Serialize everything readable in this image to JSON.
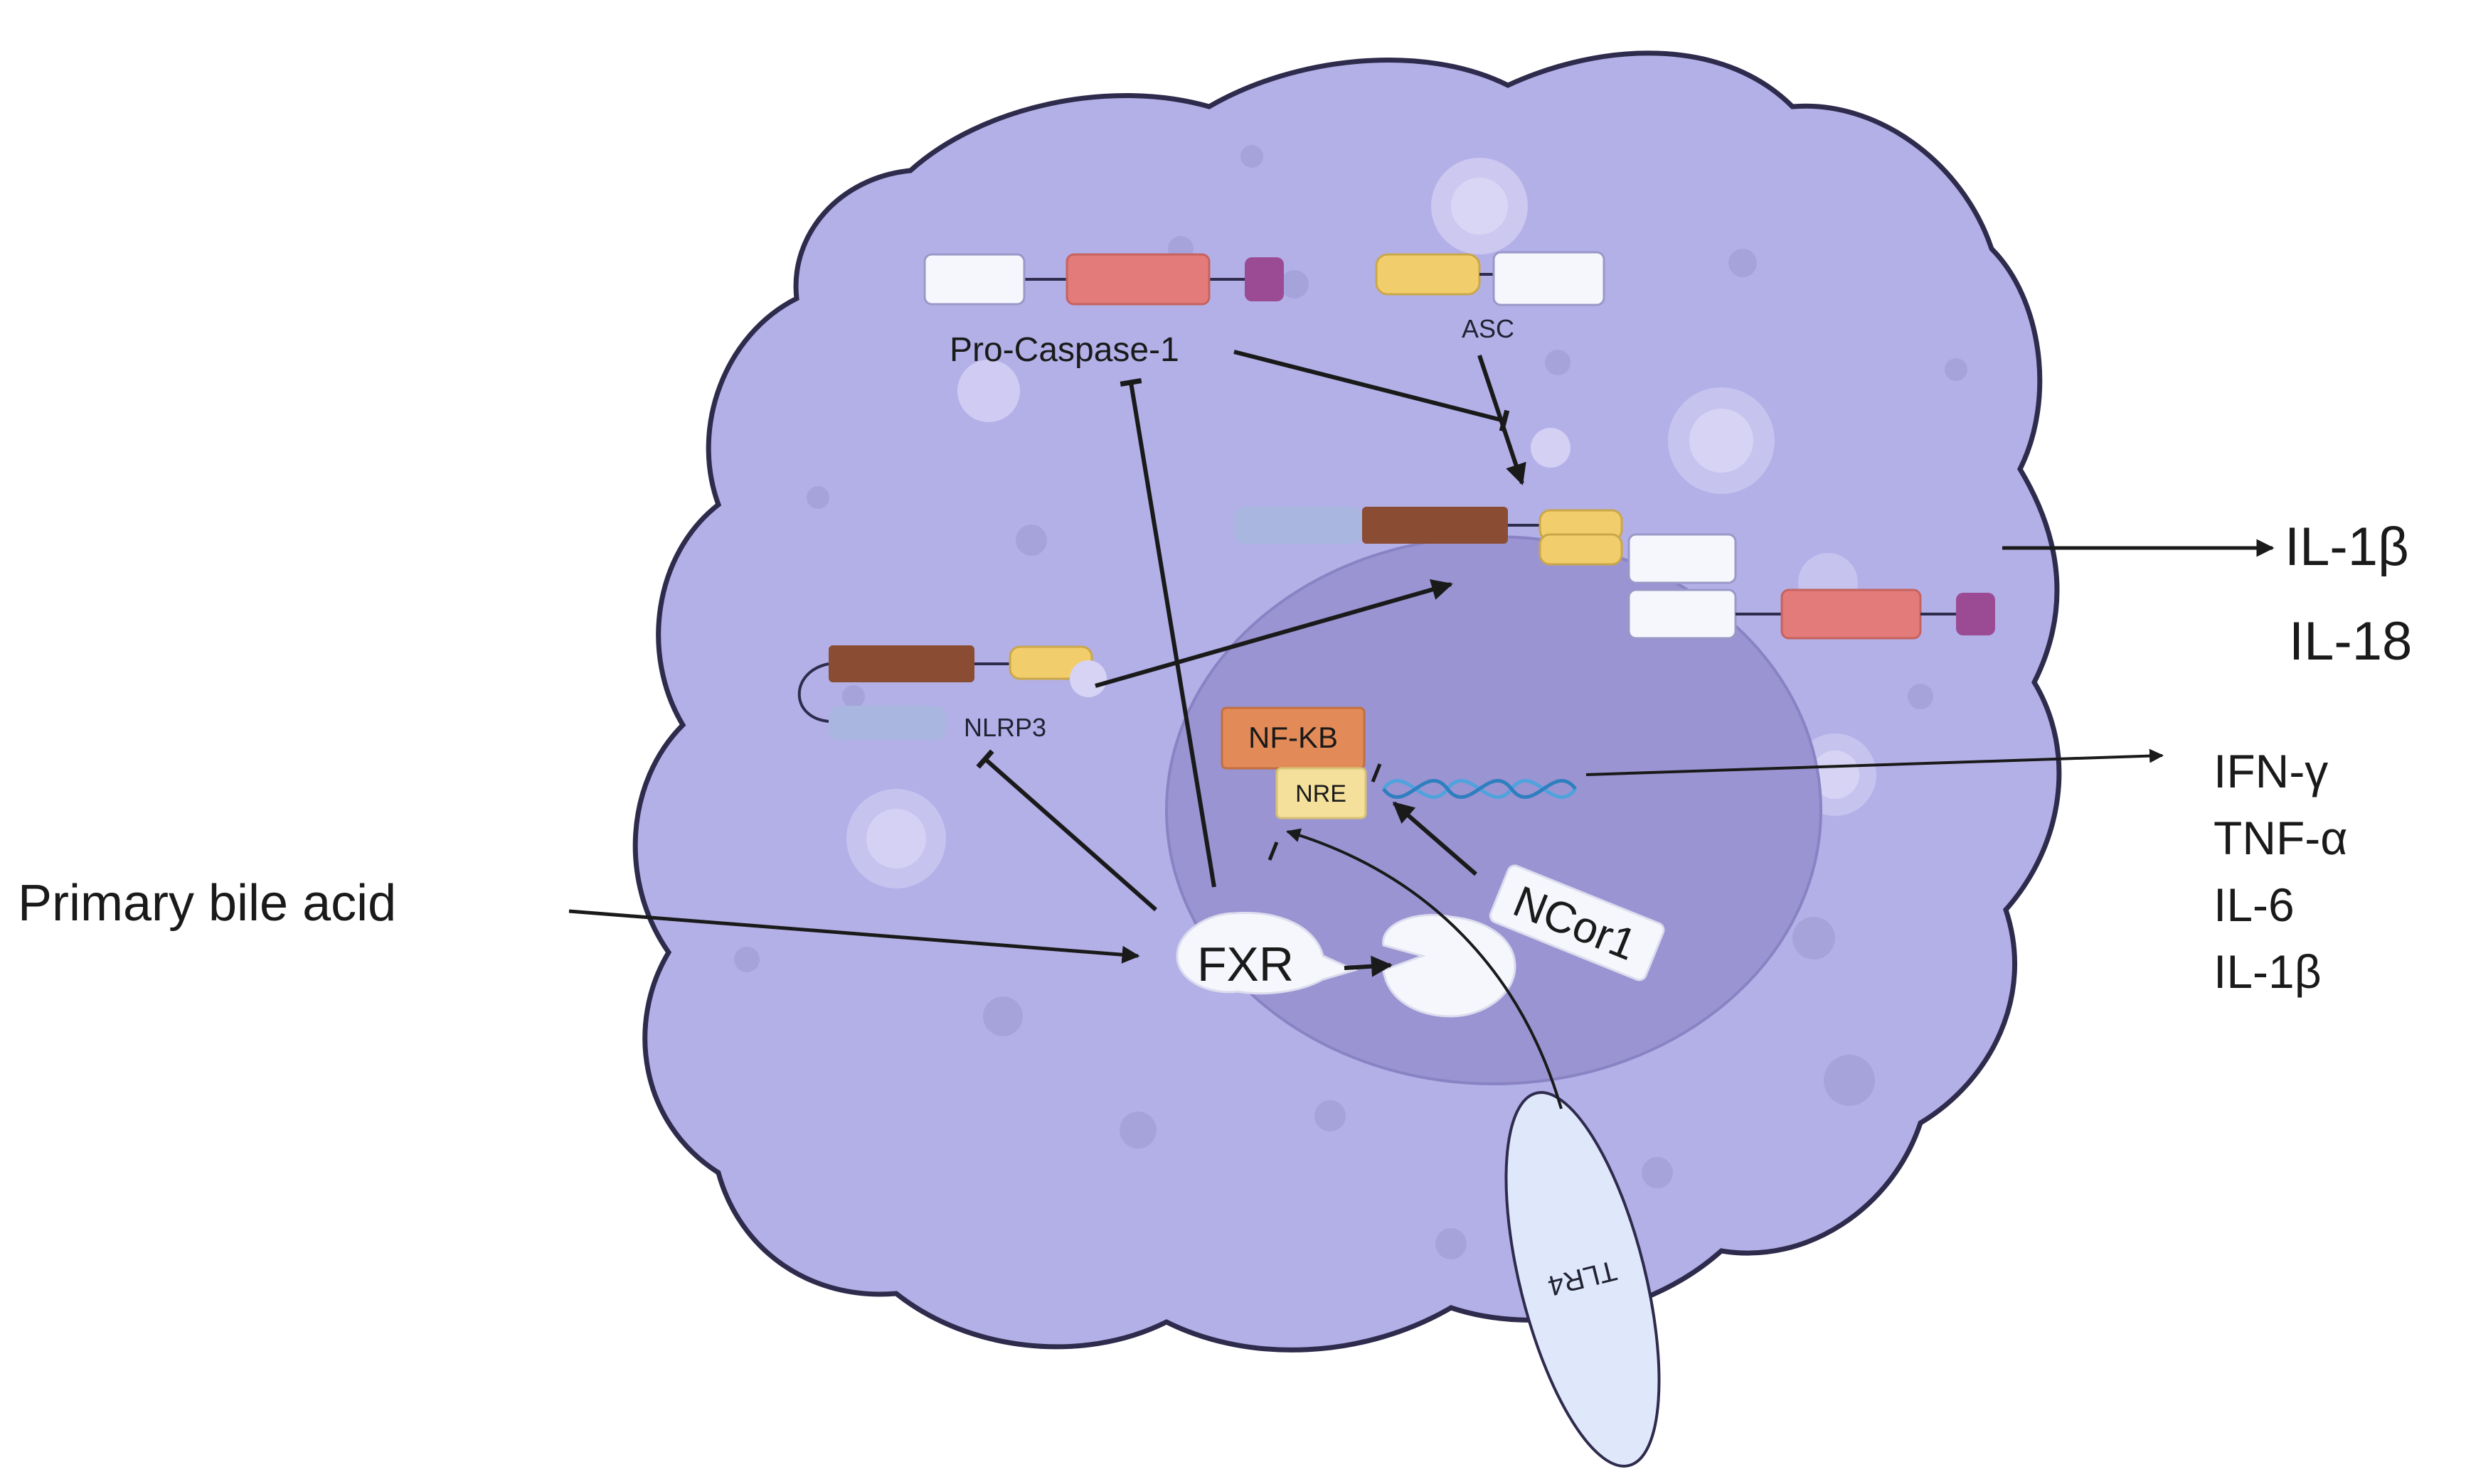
{
  "labels": {
    "pro_caspase": "Pro-Caspase-1",
    "asc": "ASC",
    "nlrp3": "NLRP3",
    "nfkb": "NF-KB",
    "nre": "NRE",
    "fxr": "FXR",
    "ncor1": "NCor1",
    "tlr4": "TLR4",
    "bile_acid": "Primary bile acid"
  },
  "outputs": {
    "inflammasome": [
      "IL-1β",
      "IL-18"
    ],
    "transcription": [
      "IFN-γ",
      "TNF-α",
      "IL-6",
      "IL-1β"
    ]
  },
  "colors": {
    "cell": "#b3b0e8",
    "cell_outline": "#2e2b4d",
    "nucleus": "#9a94d2",
    "white_domain": "#f6f7fd",
    "salmon_domain": "#e27b79",
    "purple_domain": "#9b4b94",
    "yellow_domain": "#f2cd6b",
    "brown_domain": "#8a4c33",
    "blue_domain": "#a9b6e0",
    "nfkb_box": "#e38b58",
    "nre_box": "#f5e09b",
    "tlr4": "#dfe8fb",
    "dna": "#4fa3dd"
  }
}
